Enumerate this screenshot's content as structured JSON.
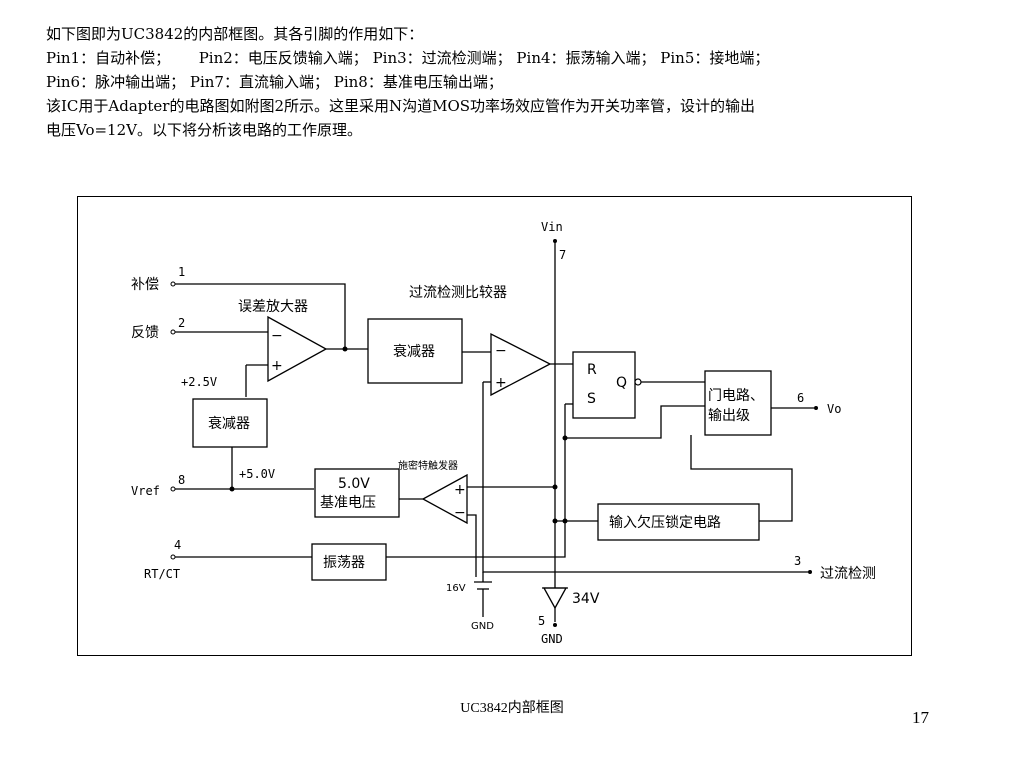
{
  "intro": {
    "line1": "如下图即为UC3842的内部框图。其各引脚的作用如下：",
    "line2": "Pin1：自动补偿；      Pin2：电压反馈输入端； Pin3：过流检测端； Pin4：振荡输入端； Pin5：接地端；",
    "line3": "Pin6：脉冲输出端； Pin7：直流输入端； Pin8：基准电压输出端；",
    "line4": "该IC用于Adapter的电路图如附图2所示。这里采用N沟道MOS功率场效应管作为开关功率管，设计的输出",
    "line5": "电压Vo=12V。以下将分析该电路的工作原理。"
  },
  "diagram": {
    "vin_label": "Vin",
    "pin7": "7",
    "pin1_label": "补偿",
    "pin1": "1",
    "pin2_label": "反馈",
    "pin2": "2",
    "error_amp_label": "误差放大器",
    "oc_comp_label": "过流检测比较器",
    "attenuator1": "衰减器",
    "attenuator2": "衰减器",
    "v25": "+2.5V",
    "v50": "+5.0V",
    "vref_label": "Vref",
    "pin8": "8",
    "ref_line1": "5.0V",
    "ref_line2": "基准电压",
    "schmitt_label": "施密特触发器",
    "rs_r": "R",
    "rs_s": "S",
    "rs_q": "Q",
    "gate_line1": "门电路、",
    "gate_line2": "输出级",
    "pin6": "6",
    "vo_label": "Vo",
    "uvlo_label": "输入欠压锁定电路",
    "pin4": "4",
    "rtct_label": "RT/CT",
    "osc_label": "振荡器",
    "pin3": "3",
    "oc_label": "过流检测",
    "v16": "16V",
    "gnd_small": "GND",
    "zener_label": "34V",
    "pin5": "5",
    "gnd_label": "GND",
    "plus": "+",
    "minus": "−"
  },
  "caption": "UC3842内部框图",
  "page_number": "17"
}
